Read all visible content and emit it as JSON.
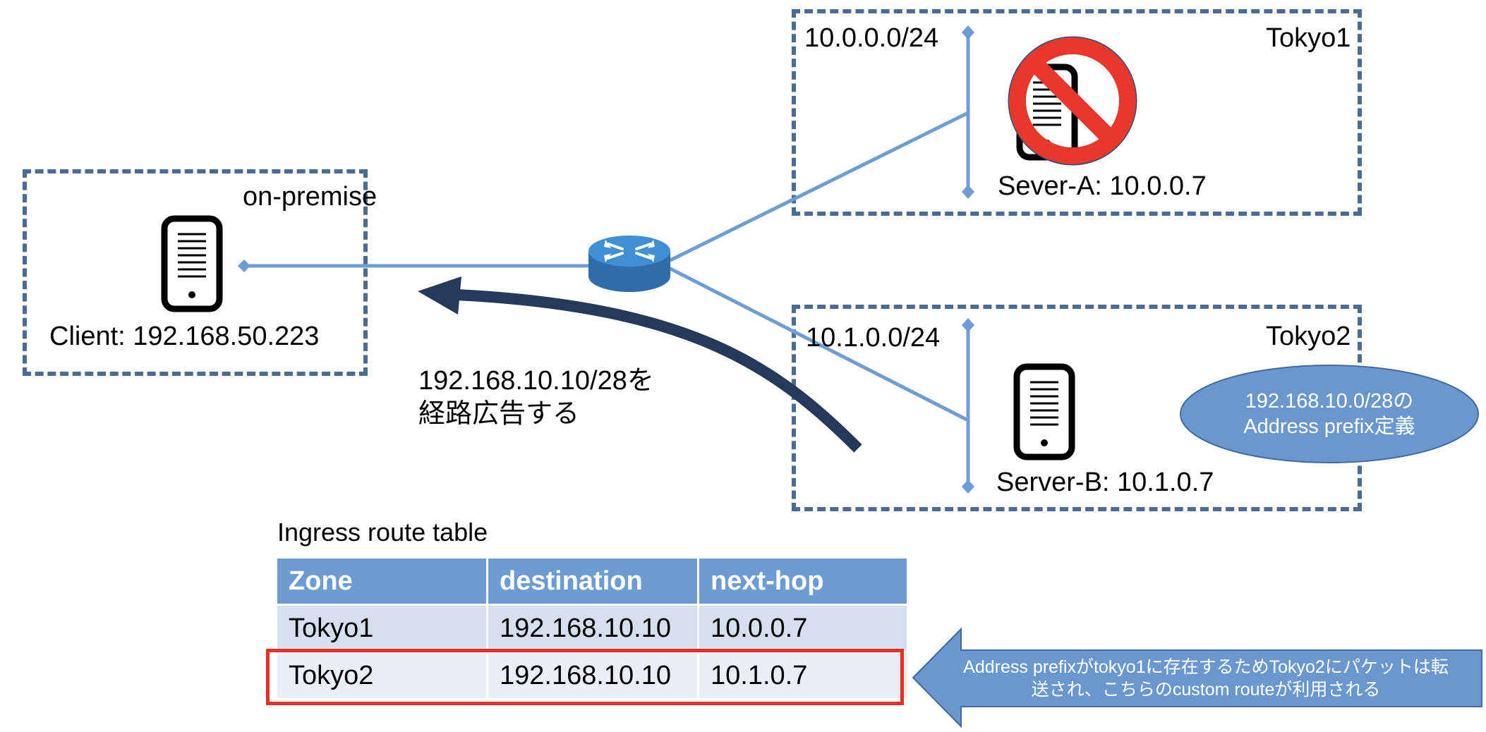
{
  "zones": {
    "onprem": {
      "title": "on-premise",
      "client_label": "Client: 192.168.50.223"
    },
    "tokyo1": {
      "title": "Tokyo1",
      "subnet": "10.0.0.0/24",
      "server_label": "Sever-A: 10.0.0.7"
    },
    "tokyo2": {
      "title": "Tokyo2",
      "subnet": "10.1.0.0/24",
      "server_label": "Server-B: 10.1.0.7"
    }
  },
  "advertise": {
    "line1": "192.168.10.10/28を",
    "line2": "経路広告する"
  },
  "address_prefix": {
    "line1": "192.168.10.0/28の",
    "line2": "Address prefix定義"
  },
  "route_table": {
    "title": "Ingress route table",
    "columns": [
      "Zone",
      "destination",
      "next-hop"
    ],
    "rows": [
      [
        "Tokyo1",
        "192.168.10.10",
        "10.0.0.7"
      ],
      [
        "Tokyo2",
        "192.168.10.10",
        "10.1.0.7"
      ]
    ]
  },
  "note": {
    "line1": "Address prefixがtokyo1に存在するためTokyo2にパケットは転",
    "line2": "送され、こちらのcustom routeが利用される"
  },
  "colors": {
    "box_border": "#4a6b94",
    "link": "#6d9dd4",
    "arrow": "#253a5a",
    "header": "#6c9cd2",
    "highlight": "#e3312a",
    "shape_fill": "#6a97cd"
  }
}
